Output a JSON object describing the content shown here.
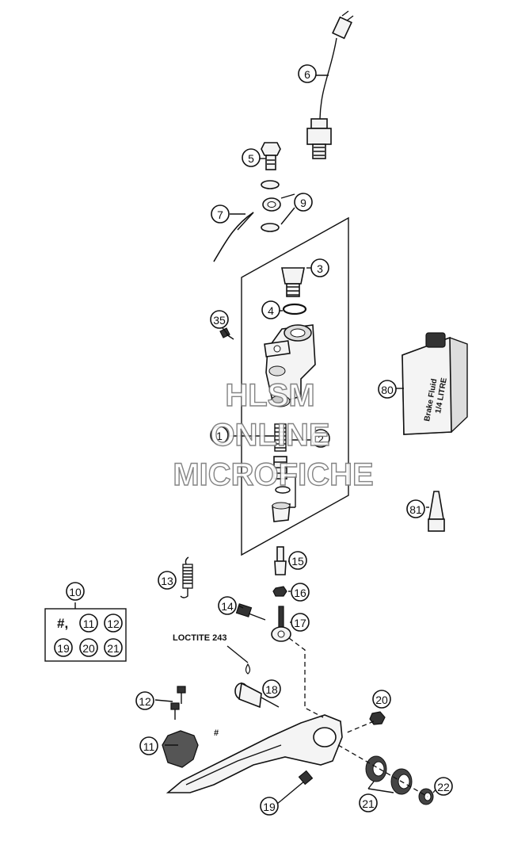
{
  "callouts": {
    "c1": "1",
    "c2": "2",
    "c3": "3",
    "c4": "4",
    "c5": "5",
    "c6": "6",
    "c7": "7",
    "c9": "9",
    "c10": "10",
    "c11": "11",
    "c12": "12",
    "c13": "13",
    "c14": "14",
    "c15": "15",
    "c16": "16",
    "c17": "17",
    "c18": "18",
    "c19": "19",
    "c20": "20",
    "c21": "21",
    "c22": "22",
    "c35": "35",
    "c80": "80",
    "c81": "81"
  },
  "kit_box": {
    "prefix": "#,",
    "items": [
      "11",
      "12",
      "19",
      "20",
      "21"
    ]
  },
  "labels": {
    "loctite": "LOCTITE 243",
    "lever_mark": "#",
    "fluid_can_line1": "Brake Fluid",
    "fluid_can_line2": "1/4 LITRE"
  },
  "watermark": {
    "line1": "HLSM",
    "line2": "ONLINE",
    "line3": "MICROFICHE"
  }
}
